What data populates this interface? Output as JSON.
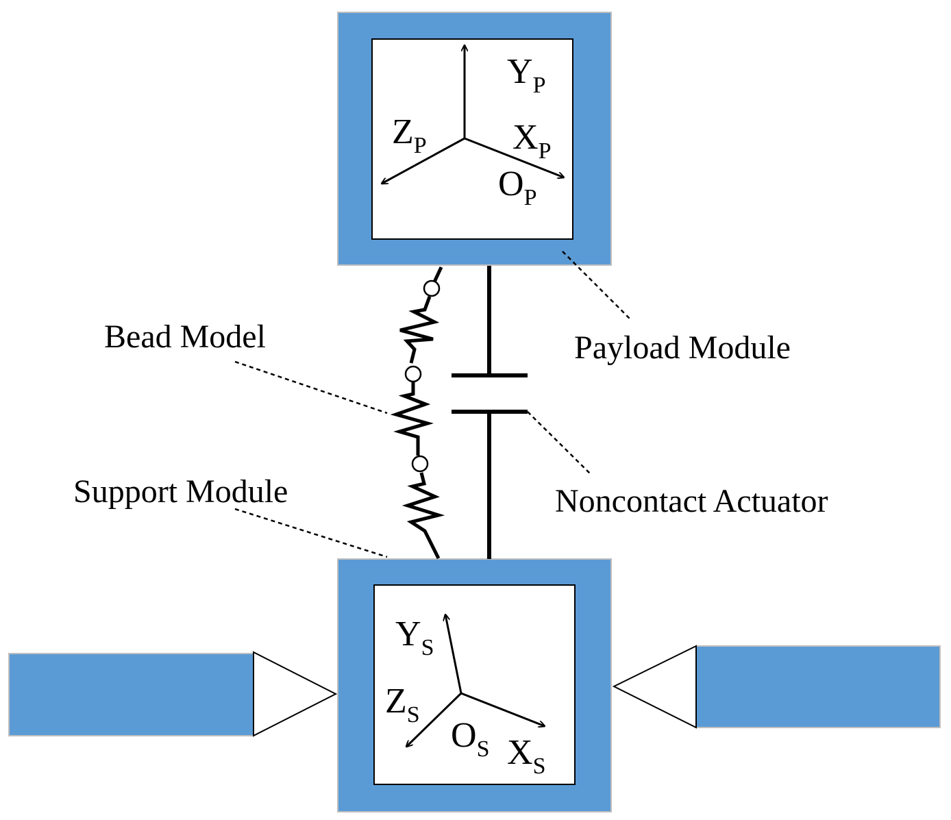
{
  "labels": {
    "payload_module": "Payload Module",
    "bead_model": "Bead Model",
    "noncontact_actuator": "Noncontact Actuator",
    "support_module": "Support Module"
  },
  "payload_axes": {
    "y": {
      "main": "Y",
      "sub": "P"
    },
    "z": {
      "main": "Z",
      "sub": "P"
    },
    "x": {
      "main": "X",
      "sub": "P"
    },
    "o": {
      "main": "O",
      "sub": "P"
    }
  },
  "support_axes": {
    "y": {
      "main": "Y",
      "sub": "S"
    },
    "z": {
      "main": "Z",
      "sub": "S"
    },
    "o": {
      "main": "O",
      "sub": "S"
    },
    "x": {
      "main": "X",
      "sub": "S"
    }
  },
  "colors": {
    "module_fill": "#5b9bd5",
    "module_border": "#bfbfbf",
    "inner_fill": "#ffffff",
    "line": "#000000"
  }
}
